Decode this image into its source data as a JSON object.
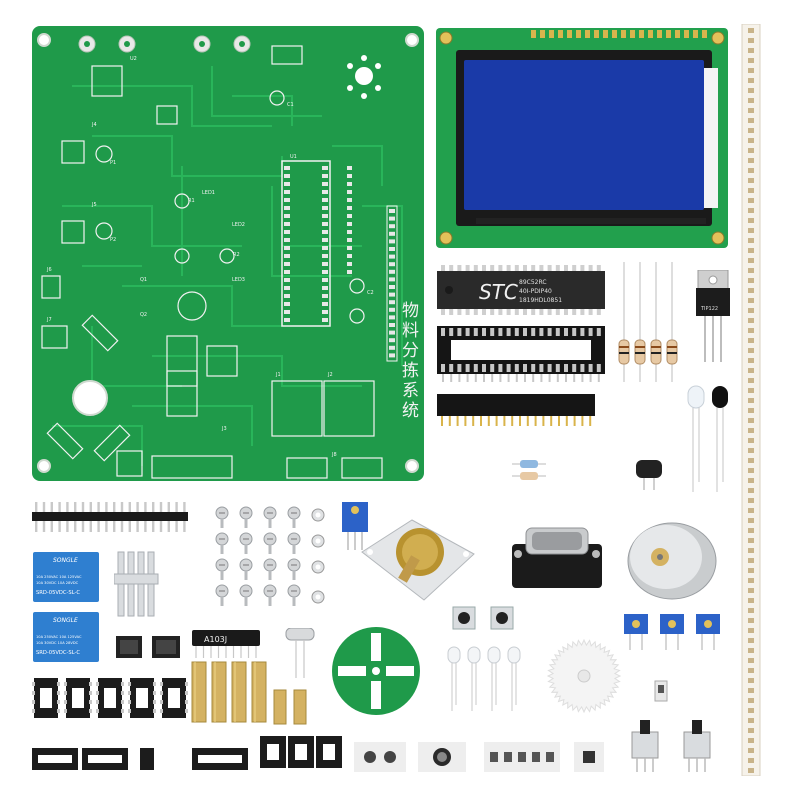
{
  "pcb": {
    "title_chars": [
      "物",
      "料",
      "分",
      "拣",
      "系",
      "统"
    ],
    "silk_labels": [
      "U2",
      "J4",
      "J5",
      "J6",
      "J7",
      "J8",
      "J1",
      "J2",
      "J3",
      "R1",
      "R2",
      "LED1",
      "LED2",
      "LED3",
      "Q1",
      "Q2",
      "C1",
      "C2",
      "P1",
      "P2"
    ],
    "mcu_label": "U1"
  },
  "lcd": {
    "backlight_color": "#1a3aa8"
  },
  "mcu_chip": {
    "brand": "STC",
    "line1": "89C52RC",
    "line2": "40I-PDIP40",
    "line3": "1819HDL0851"
  },
  "relays": [
    {
      "brand": "SONGLE",
      "line1": "10A 250VAC  10A 125VAC",
      "line2": "10A 30VDC   10A 28VDC",
      "model": "SRD-05VDC-SL-C"
    },
    {
      "brand": "SONGLE",
      "line1": "10A 250VAC  10A 125VAC",
      "line2": "10A 30VDC   10A 28VDC",
      "model": "SRD-05VDC-SL-C"
    }
  ],
  "resistor_network": {
    "label": "A103J"
  },
  "regulator": {
    "label": "TIP122"
  },
  "colors": {
    "pcb_green": "#1f9a4a",
    "pcb_trace": "#27b257",
    "silkscreen": "#f2f2f2",
    "relay_blue": "#2f7fd0",
    "brass": "#d4b262"
  }
}
